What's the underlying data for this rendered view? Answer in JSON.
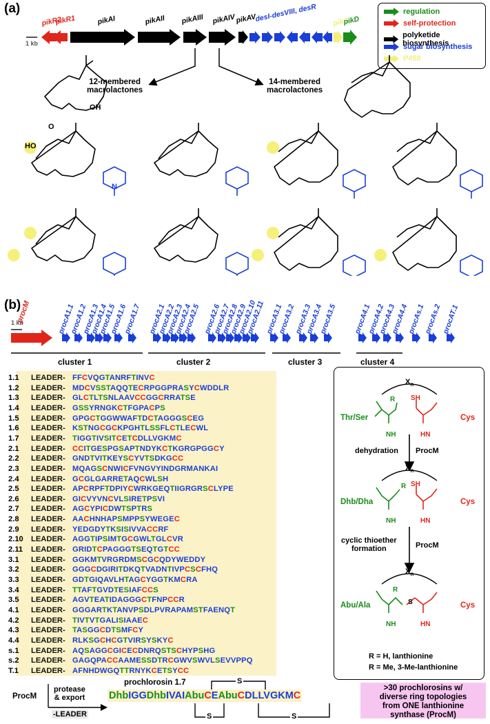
{
  "panel_a": {
    "label": "(a)",
    "scale_label": "1 kb",
    "genes": [
      {
        "name": "pikR2",
        "color": "#e0261b"
      },
      {
        "name": "pikR1",
        "color": "#e0261b"
      },
      {
        "name": "pikAI",
        "color": "#000000"
      },
      {
        "name": "pikAII",
        "color": "#000000"
      },
      {
        "name": "pikAIII",
        "color": "#000000"
      },
      {
        "name": "pikAIV",
        "color": "#000000"
      },
      {
        "name": "pikAV",
        "color": "#000000"
      },
      {
        "name": "desI-desVIII, desR",
        "color": "#1a3fd6"
      },
      {
        "name": "pikC",
        "color": "#f3ef7a"
      },
      {
        "name": "pikD",
        "color": "#1a8c1a"
      }
    ],
    "legend": [
      {
        "label": "regulation",
        "color": "#1a8c1a"
      },
      {
        "label": "self-protection",
        "color": "#e0261b"
      },
      {
        "label": "polyketide biosynthesis",
        "color": "#000000"
      },
      {
        "label": "sugar biosynthesis",
        "color": "#1a3fd6"
      },
      {
        "label": "P450",
        "color": "#f3ef7a"
      }
    ],
    "branch_12": "12-membered\nmacrolactones",
    "branch_14": "14-membered\nmacrolactones",
    "atom_labels": {
      "ho": "HO",
      "oh": "OH",
      "o": "O",
      "n": "N"
    }
  },
  "panel_b": {
    "label": "(b)",
    "scale_label": "1 kb",
    "procM_label": "procM",
    "gene_labels": [
      "procA1.1",
      "procA1.2",
      "procA1.3",
      "procA1.4",
      "procA1.5",
      "procA1.6",
      "procA1.7",
      "procA2.1",
      "procA2.2",
      "procA2.3",
      "procA2.4",
      "procA2.5",
      "procA2.6",
      "procA2.7",
      "procA2.8",
      "procA2.9",
      "procA2.10",
      "procA2.11",
      "procA3.1",
      "procA3.2",
      "procA3.3",
      "procA3.4",
      "procA3.5",
      "procA4.1",
      "procA4.2",
      "procA4.3",
      "procA4.4",
      "procAs.1",
      "procAs.2",
      "procAT.1"
    ],
    "clusters": [
      "cluster 1",
      "cluster 2",
      "cluster 3",
      "cluster 4"
    ],
    "leader": "LEADER-",
    "sequences": [
      {
        "id": "1.1",
        "seq": "FFCVQGTANRFTINVC"
      },
      {
        "id": "1.2",
        "seq": "MDCVSSTAQQTECRPGGPRASYCWDDLR"
      },
      {
        "id": "1.3",
        "seq": "GLCTLTSNLAAVCCGGCRRATSE"
      },
      {
        "id": "1.4",
        "seq": "GSSYRNGKCTFGPACPS"
      },
      {
        "id": "1.5",
        "seq": "GPGCTGGWWAFTDCTAGGGSCEG"
      },
      {
        "id": "1.6",
        "seq": "KSTNGCGCKPGHTLSSFLCTLECWL"
      },
      {
        "id": "1.7",
        "seq": "TIGGTIVSITCETCDLLVGKMC"
      },
      {
        "id": "2.1",
        "seq": "CCITGESPGSAPTNDYKCTKGRGPGGCY"
      },
      {
        "id": "2.2",
        "seq": "GNDTVITKEYSCYVTSDKGCC"
      },
      {
        "id": "2.3",
        "seq": "MQAGSCNWICFVNGVYINDGRMANKAI"
      },
      {
        "id": "2.4",
        "seq": "GCGLGARRETAQCWLSH"
      },
      {
        "id": "2.5",
        "seq": "APCRPFTDPIYCWRKGEQTIIGRGRSCLYPE"
      },
      {
        "id": "2.6",
        "seq": "GICVYVNCVLSIRETPSVI"
      },
      {
        "id": "2.7",
        "seq": "AGCYPICDWTSPTRS"
      },
      {
        "id": "2.8",
        "seq": "AACHNHAPSMPPSYWEGEC"
      },
      {
        "id": "2.9",
        "seq": "YEDGDYTKSISIVVACCRF"
      },
      {
        "id": "2.10",
        "seq": "AGGTIPSIMTGCGWLTGLCVR"
      },
      {
        "id": "2.11",
        "seq": "GRIDTCPAGGGTSEQTGTCC"
      },
      {
        "id": "3.1",
        "seq": "GGKMTVRGRDMSCGCQDYWEDDY"
      },
      {
        "id": "3.2",
        "seq": "GGGCDGIRITDKQTVADNTIVPCSCFHQ"
      },
      {
        "id": "3.3",
        "seq": "GDTGIQAVLHTAGCYGGTKMCRA"
      },
      {
        "id": "3.4",
        "seq": "TTAFTGVDTESIAFCCS"
      },
      {
        "id": "3.5",
        "seq": "AGVTEATIDAGGGCTFNPCCR"
      },
      {
        "id": "4.1",
        "seq": "GGGARTKTANVPSDLPVRAPAMSTFAENQT"
      },
      {
        "id": "4.2",
        "seq": "TIVTVTGALISIAAEC"
      },
      {
        "id": "4.3",
        "seq": "TASGGCDTSMFCY"
      },
      {
        "id": "4.4",
        "seq": "RLKSGCHCGTVIRSYSKYC"
      },
      {
        "id": "s.1",
        "seq": "AQSAGGCGICECDNRQSTSCHYPSHG"
      },
      {
        "id": "s.2",
        "seq": "GAGQPACCAAMESSDTRCGWVSWVLSEVVPPQ"
      },
      {
        "id": "T.1",
        "seq": "AFNHDWGQTTRNYKCETSYCC"
      }
    ],
    "mechanism": {
      "xn": "X",
      "xn_sub": "n",
      "thr_ser": "Thr/Ser",
      "cys": "Cys",
      "step1": "dehydration",
      "enzyme": "ProcM",
      "dhb_dha": "Dhb/Dha",
      "step2": "cyclic thioether\nformation",
      "abu_ala": "Abu/Ala",
      "r_note1": "R = H, lanthionine",
      "r_note2": "R = Me, 3-Me-lanthionine",
      "r": "R",
      "sh": "SH",
      "s": "S",
      "nh": "NH",
      "hn": "HN"
    },
    "bottom": {
      "procm": "ProcM",
      "protease": "protease\n& export",
      "minus_leader": "-LEADER",
      "product_title": "prochlorosin 1.7",
      "product_seq": "DhbIGGDhbIVAIAbuCEAbuCDLLVGKMC",
      "s_label": "S",
      "summary": ">30 prochlorosins w/\ndiverse ring topologies\nfrom ONE lanthionine\nsynthase (ProcM)"
    }
  }
}
